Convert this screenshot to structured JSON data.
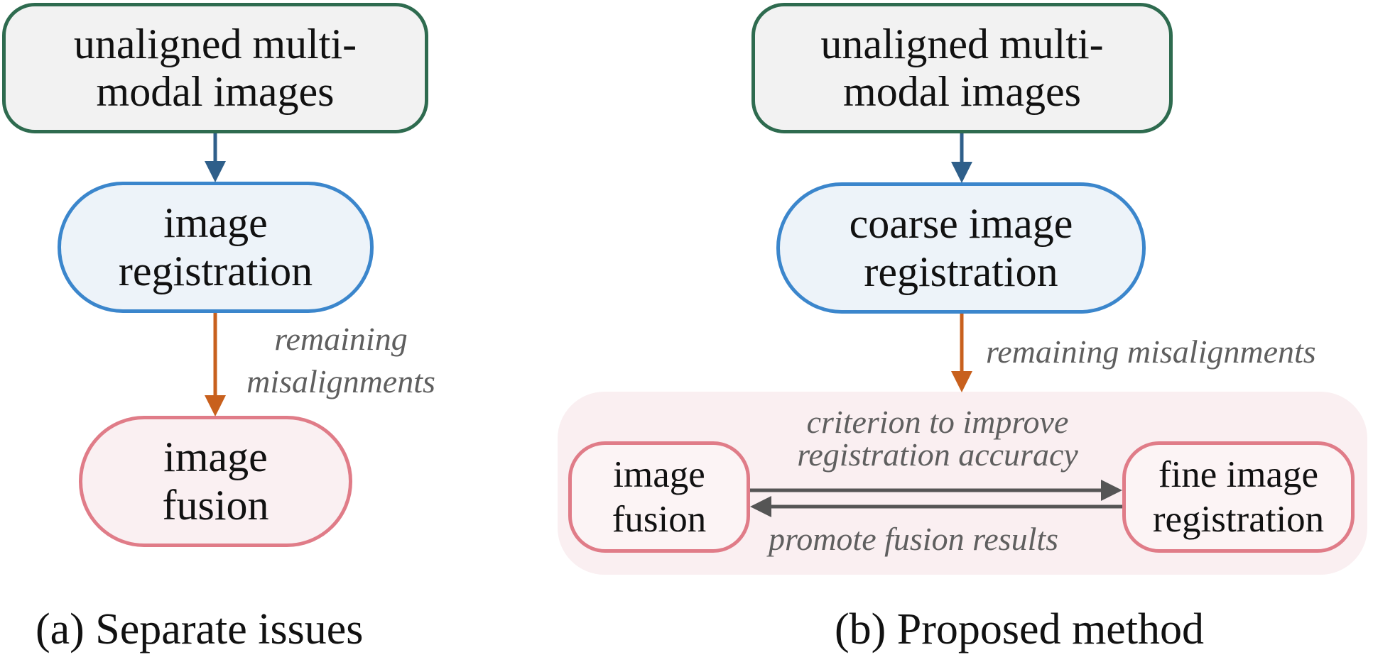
{
  "left": {
    "input_box": {
      "line1": "unaligned multi-",
      "line2": "modal images"
    },
    "registration_box": {
      "line1": "image",
      "line2": "registration"
    },
    "remaining_label": {
      "line1": "remaining",
      "line2": "misalignments"
    },
    "fusion_box": {
      "line1": "image",
      "line2": "fusion"
    },
    "caption": "(a) Separate issues"
  },
  "right": {
    "input_box": {
      "line1": "unaligned multi-",
      "line2": "modal images"
    },
    "registration_box": {
      "line1": "coarse image",
      "line2": "registration"
    },
    "remaining_label": "remaining misalignments",
    "fusion_box": {
      "line1": "image",
      "line2": "fusion"
    },
    "fine_box": {
      "line1": "fine image",
      "line2": "registration"
    },
    "criterion_label": {
      "line1": "criterion to improve",
      "line2": "registration accuracy"
    },
    "promote_label": "promote fusion results",
    "caption": "(b) Proposed method"
  },
  "colors": {
    "input_border": "#2e6b4f",
    "registration_border": "#3b86cc",
    "fusion_border": "#e07c88",
    "arrow_blue": "#2f5f8a",
    "arrow_orange": "#c8601d",
    "arrow_gray": "#555555",
    "panel_fill": "#faeff1"
  }
}
